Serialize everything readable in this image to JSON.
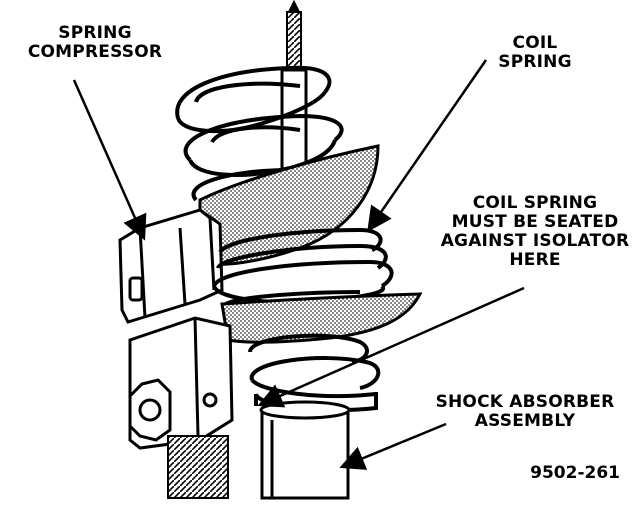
{
  "labels": {
    "spring_compressor": [
      "SPRING",
      "COMPRESSOR"
    ],
    "coil_spring": [
      "COIL",
      "SPRING"
    ],
    "coil_spring_seated": [
      "COIL SPRING",
      "MUST BE SEATED",
      "AGAINST ISOLATOR",
      "HERE"
    ],
    "shock_absorber": [
      "SHOCK ABSORBER",
      "ASSEMBLY"
    ],
    "figure_number": "9502-261"
  },
  "colors": {
    "ink": "#000000",
    "paper": "#ffffff",
    "stipple": "#555555"
  }
}
